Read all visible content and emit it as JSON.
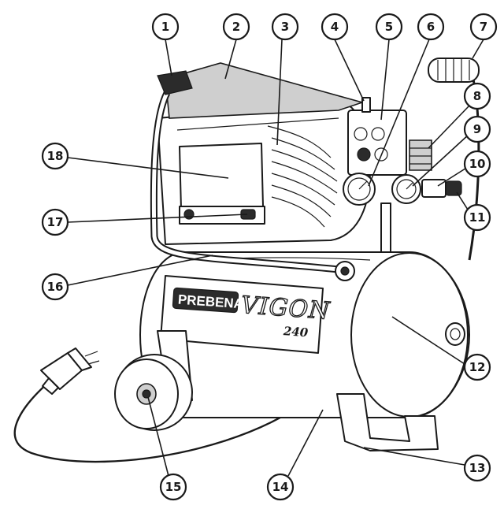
{
  "brand_label": "PREBENA",
  "model_label": "VIGON",
  "model_number": "240",
  "callouts": [
    {
      "n": "1"
    },
    {
      "n": "2"
    },
    {
      "n": "3"
    },
    {
      "n": "4"
    },
    {
      "n": "5"
    },
    {
      "n": "6"
    },
    {
      "n": "7"
    },
    {
      "n": "8"
    },
    {
      "n": "9"
    },
    {
      "n": "10"
    },
    {
      "n": "11"
    },
    {
      "n": "12"
    },
    {
      "n": "13"
    },
    {
      "n": "14"
    },
    {
      "n": "15"
    },
    {
      "n": "16"
    },
    {
      "n": "17"
    },
    {
      "n": "18"
    }
  ],
  "colors": {
    "ink": "#1a1a1a",
    "paper": "#ffffff",
    "shade": "#cfcfcf"
  }
}
